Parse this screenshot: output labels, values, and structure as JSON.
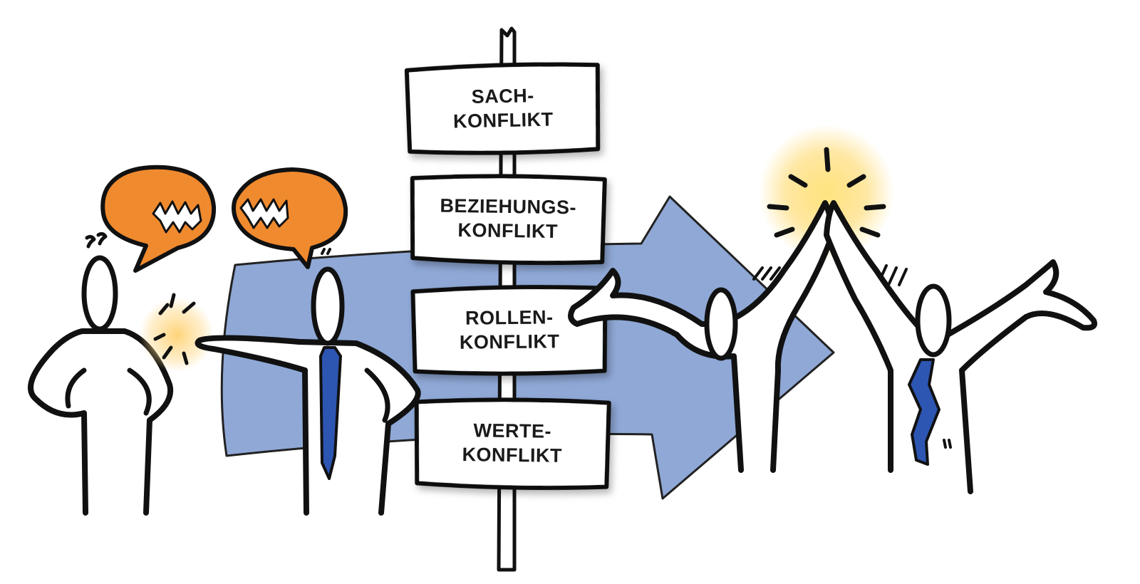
{
  "signs": [
    {
      "line1": "SACH-",
      "line2": "KONFLIKT"
    },
    {
      "line1": "BEZIEHUNGS-",
      "line2": "KONFLIKT"
    },
    {
      "line1": "ROLLEN-",
      "line2": "KONFLIKT"
    },
    {
      "line1": "WERTE-",
      "line2": "KONFLIKT"
    }
  ],
  "colors": {
    "arrow": "#8fa8d6",
    "speech_bubble": "#f08a2e",
    "tie": "#2d56b3",
    "glow": "#ffd55a",
    "ink": "#111111"
  },
  "icons": [
    "speech-bubble-icon",
    "teeth-icon",
    "anger-spark-icon",
    "high-five-sparkle-icon"
  ]
}
